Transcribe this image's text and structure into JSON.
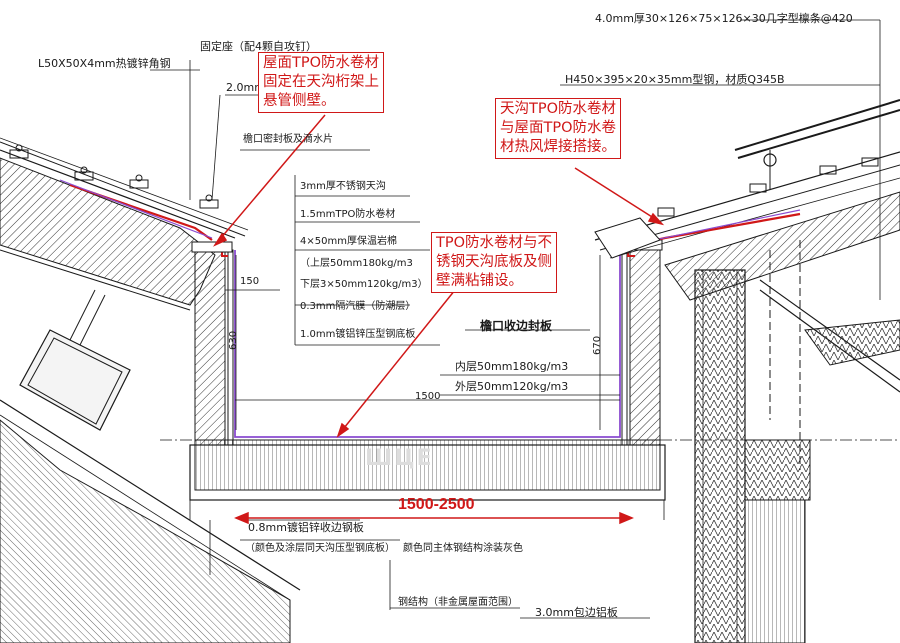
{
  "labels": {
    "top_right_purlin": "4.0mm厚30×126×75×126×30几字型檩条@420",
    "angle_steel": "L50X50X4mm热镀锌角钢",
    "fixed_seat": "固定座（配4颗自攻钉）",
    "thick_2mm": "2.0mm",
    "h_beam": "H450×395×20×35mm型钢，材质Q345B",
    "eave_seal": "檐口密封板及滴水片",
    "ss_gutter": "3mm厚不锈钢天沟",
    "tpo_layer": "1.5mmTPO防水卷材",
    "insulation": "4×50mm厚保温岩棉",
    "upper_layer": "（上层50mm180kg/m3",
    "lower_layers": "下层3×50mm120kg/m3）",
    "vapor": "0.3mm隔汽膜（防潮层）",
    "deck": "1.0mm镀铝锌压型钢底板",
    "eave_edge": "檐口收边封板",
    "inner_layer": "内层50mm180kg/m3",
    "outer_layer": "外层50mm120kg/m3",
    "dim_1500": "1500",
    "dim_150": "150",
    "dim_630": "630",
    "dim_670": "670",
    "width_range": "1500-2500",
    "flashing": "0.8mm镀铝锌收边钢板",
    "flashing_color": "（颜色及涂层同天沟压型钢底板）",
    "steel_color": "颜色同主体钢结构涂装灰色",
    "steel_structure": "钢结构（非金属屋面范围）",
    "alu_plate": "3.0mm包边铝板",
    "watermark": "ШЦЕ"
  },
  "callouts": {
    "left": [
      "屋面TPO防水卷材",
      "固定在天沟桁架上",
      "悬管侧壁。"
    ],
    "right": [
      "天沟TPO防水卷材",
      "与屋面TPO防水卷",
      "材热风焊接搭接。"
    ],
    "center": [
      "TPO防水卷材与不",
      "锈钢天沟底板及侧",
      "壁满粘铺设。"
    ]
  },
  "colors": {
    "line": "#1a1a1a",
    "red": "#d01818",
    "purple": "#8a4bd0",
    "hatch": "#333333"
  }
}
